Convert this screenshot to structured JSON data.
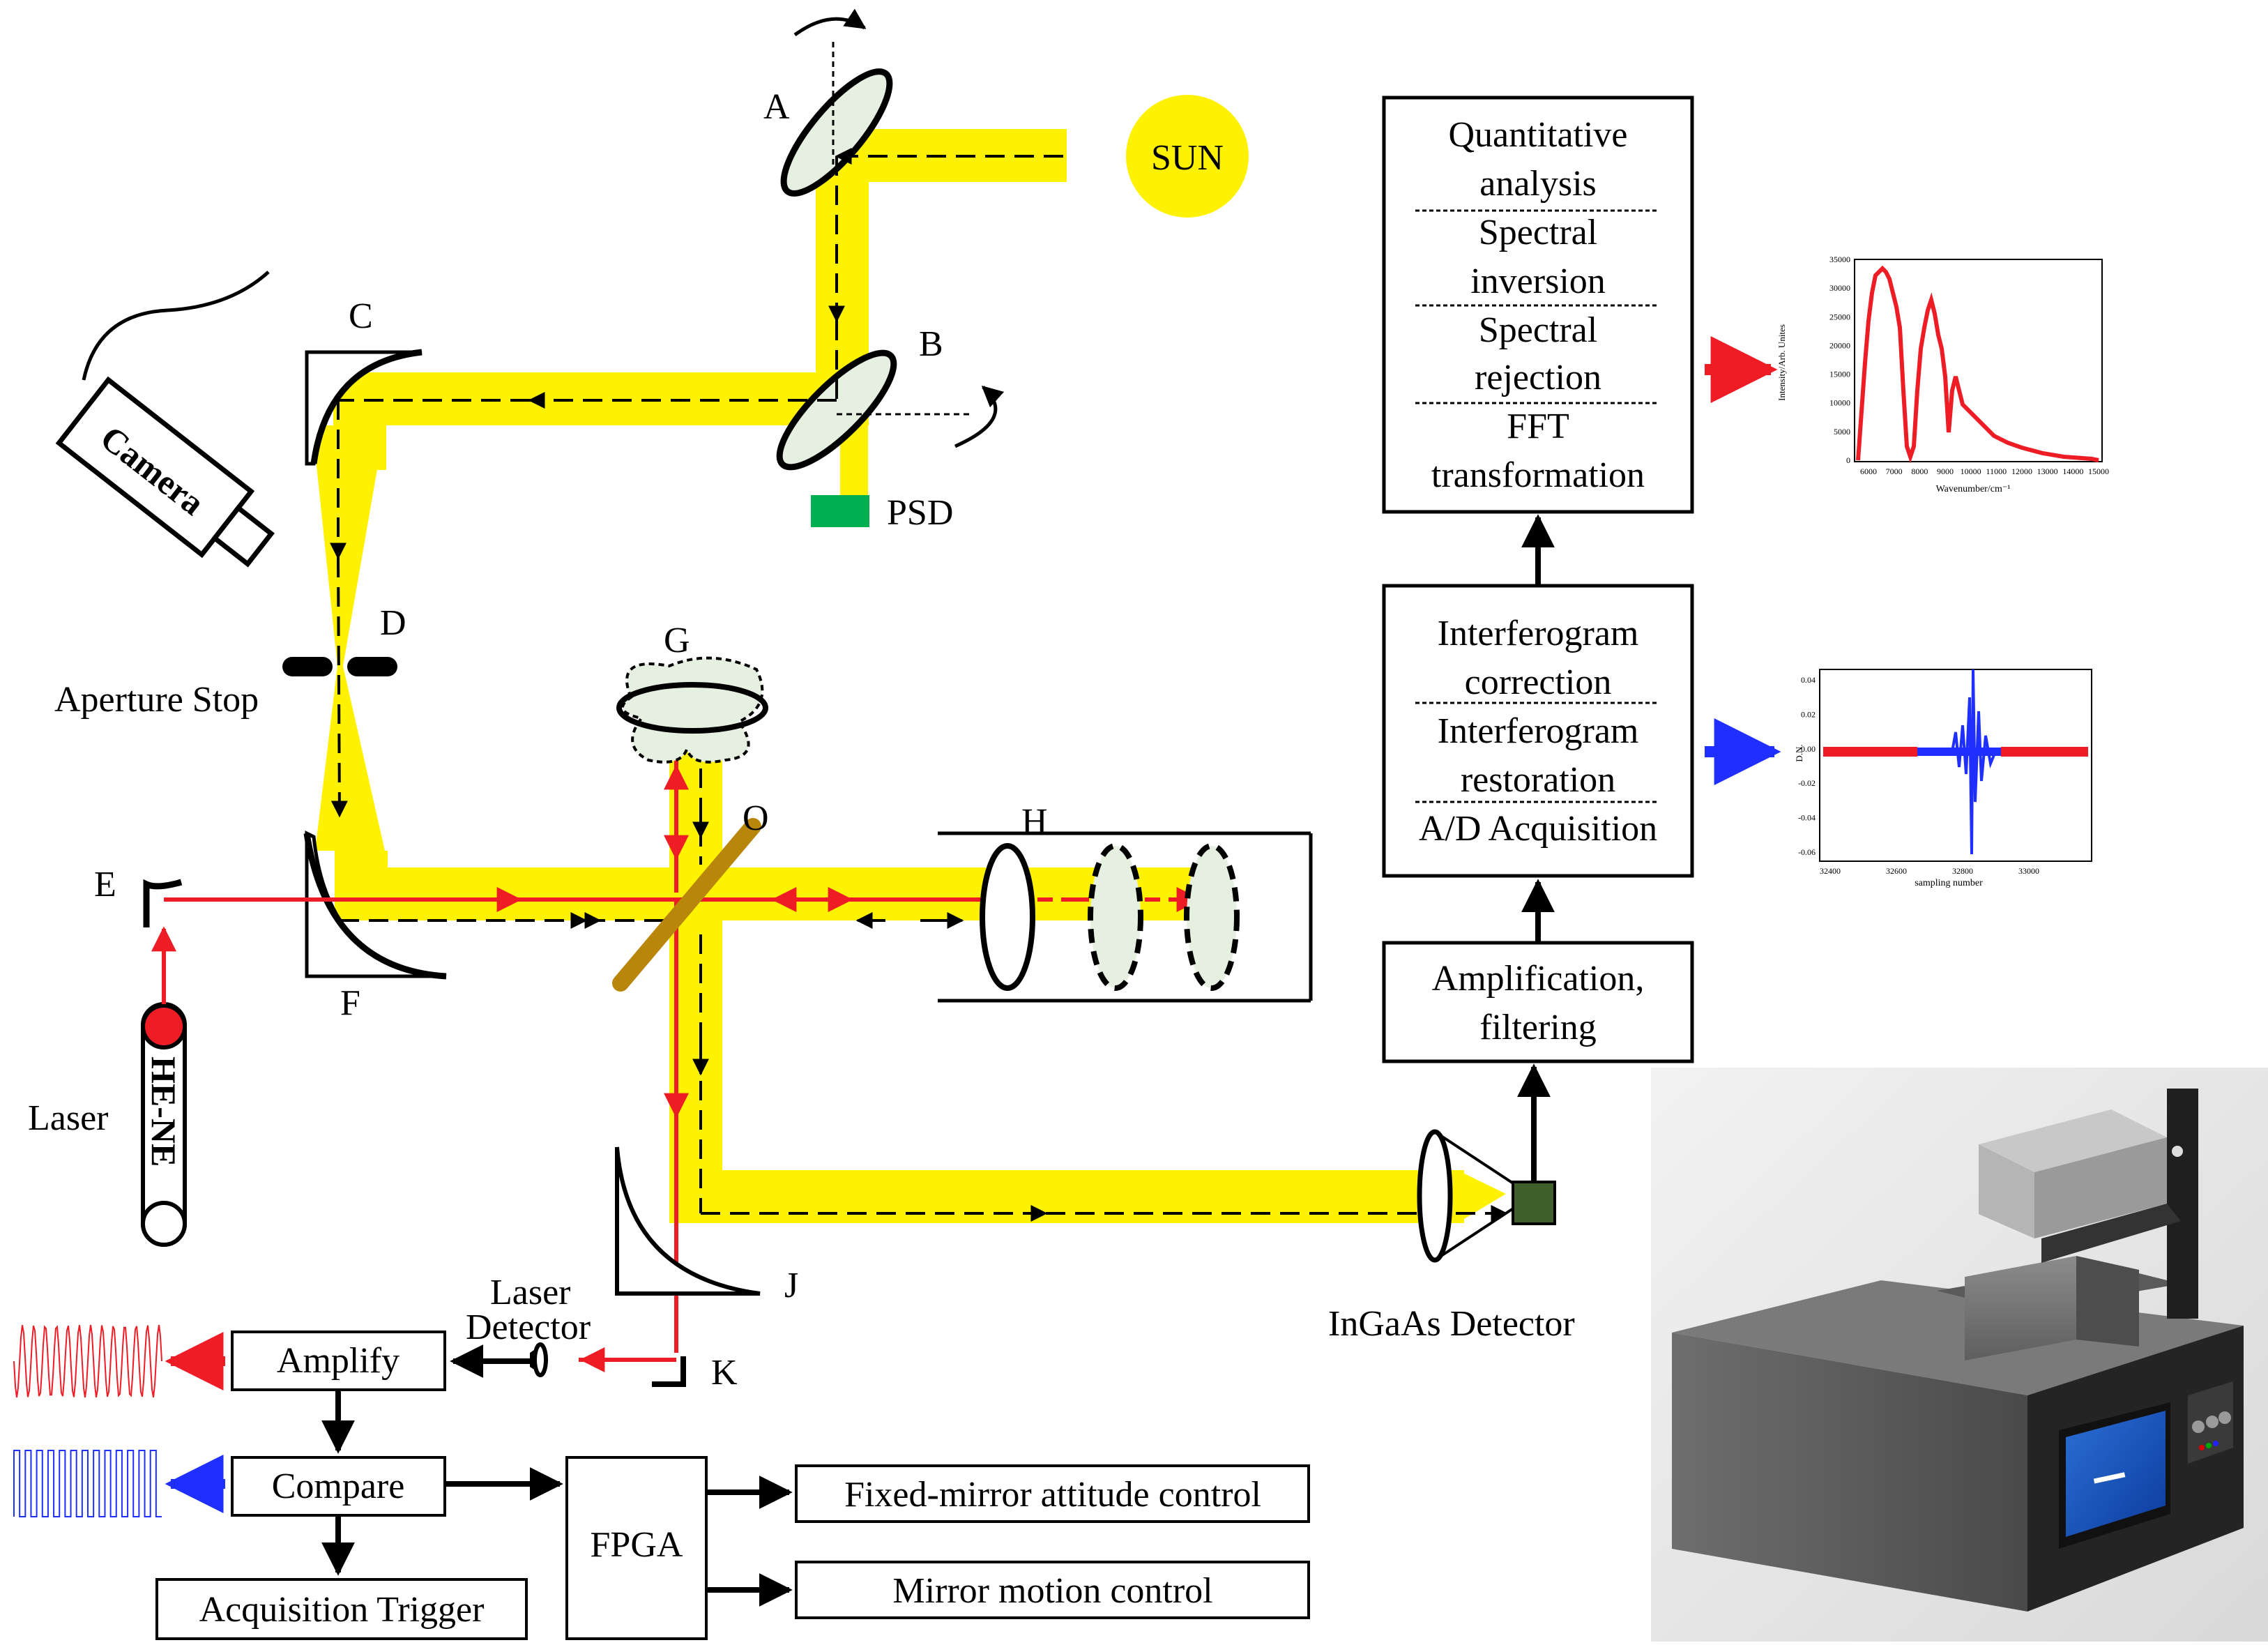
{
  "colors": {
    "beam": "#fff200",
    "laser": "#ee1c25",
    "psd": "#00b050",
    "detector": "#3f5f2a",
    "beamsplitter": "#b8860b",
    "lens_fill": "#e6f0e0",
    "blue": "#1f2fff",
    "sun": "#fff200"
  },
  "labels": {
    "sun": "SUN",
    "A": "A",
    "B": "B",
    "C": "C",
    "D": "D",
    "E": "E",
    "F": "F",
    "G": "G",
    "H": "H",
    "J": "J",
    "K": "K",
    "O": "O",
    "psd": "PSD",
    "camera": "Camera",
    "aperture_stop": "Aperture Stop",
    "laser": "Laser",
    "he_ne": "HE-NE",
    "laser_detector_1": "Laser",
    "laser_detector_2": "Detector",
    "ingaas": "InGaAs Detector"
  },
  "boxes": {
    "processing": [
      "Quantitative",
      "analysis",
      "Spectral",
      "inversion",
      "Spectral",
      "rejection",
      "FFT",
      "transformation"
    ],
    "interferogram": [
      "Interferogram",
      "correction",
      "Interferogram",
      "restoration",
      "A/D Acquisition"
    ],
    "amplification": [
      "Amplification,",
      "filtering"
    ],
    "amplify": "Amplify",
    "compare": "Compare",
    "acquisition_trigger": "Acquisition Trigger",
    "fpga": "FPGA",
    "fixed_mirror": "Fixed-mirror attitude control",
    "mirror_motion": "Mirror motion control"
  },
  "spectrum_plot": {
    "ylabel": "Intensity/Arb. Unites",
    "xlabel": "Wavenumber/cm⁻¹",
    "yticks": [
      "0",
      "5000",
      "10000",
      "15000",
      "20000",
      "25000",
      "30000",
      "35000"
    ],
    "xticks": [
      "6000",
      "7000",
      "8000",
      "9000",
      "10000",
      "11000",
      "12000",
      "13000",
      "14000",
      "15000"
    ]
  },
  "interferogram_plot": {
    "ylabel": "D.N.",
    "xlabel": "sampling number",
    "yticks": [
      "0.04",
      "0.02",
      "0.00",
      "-0.02",
      "-0.04",
      "-0.06"
    ],
    "xticks": [
      "32400",
      "32600",
      "32800",
      "33000"
    ]
  }
}
